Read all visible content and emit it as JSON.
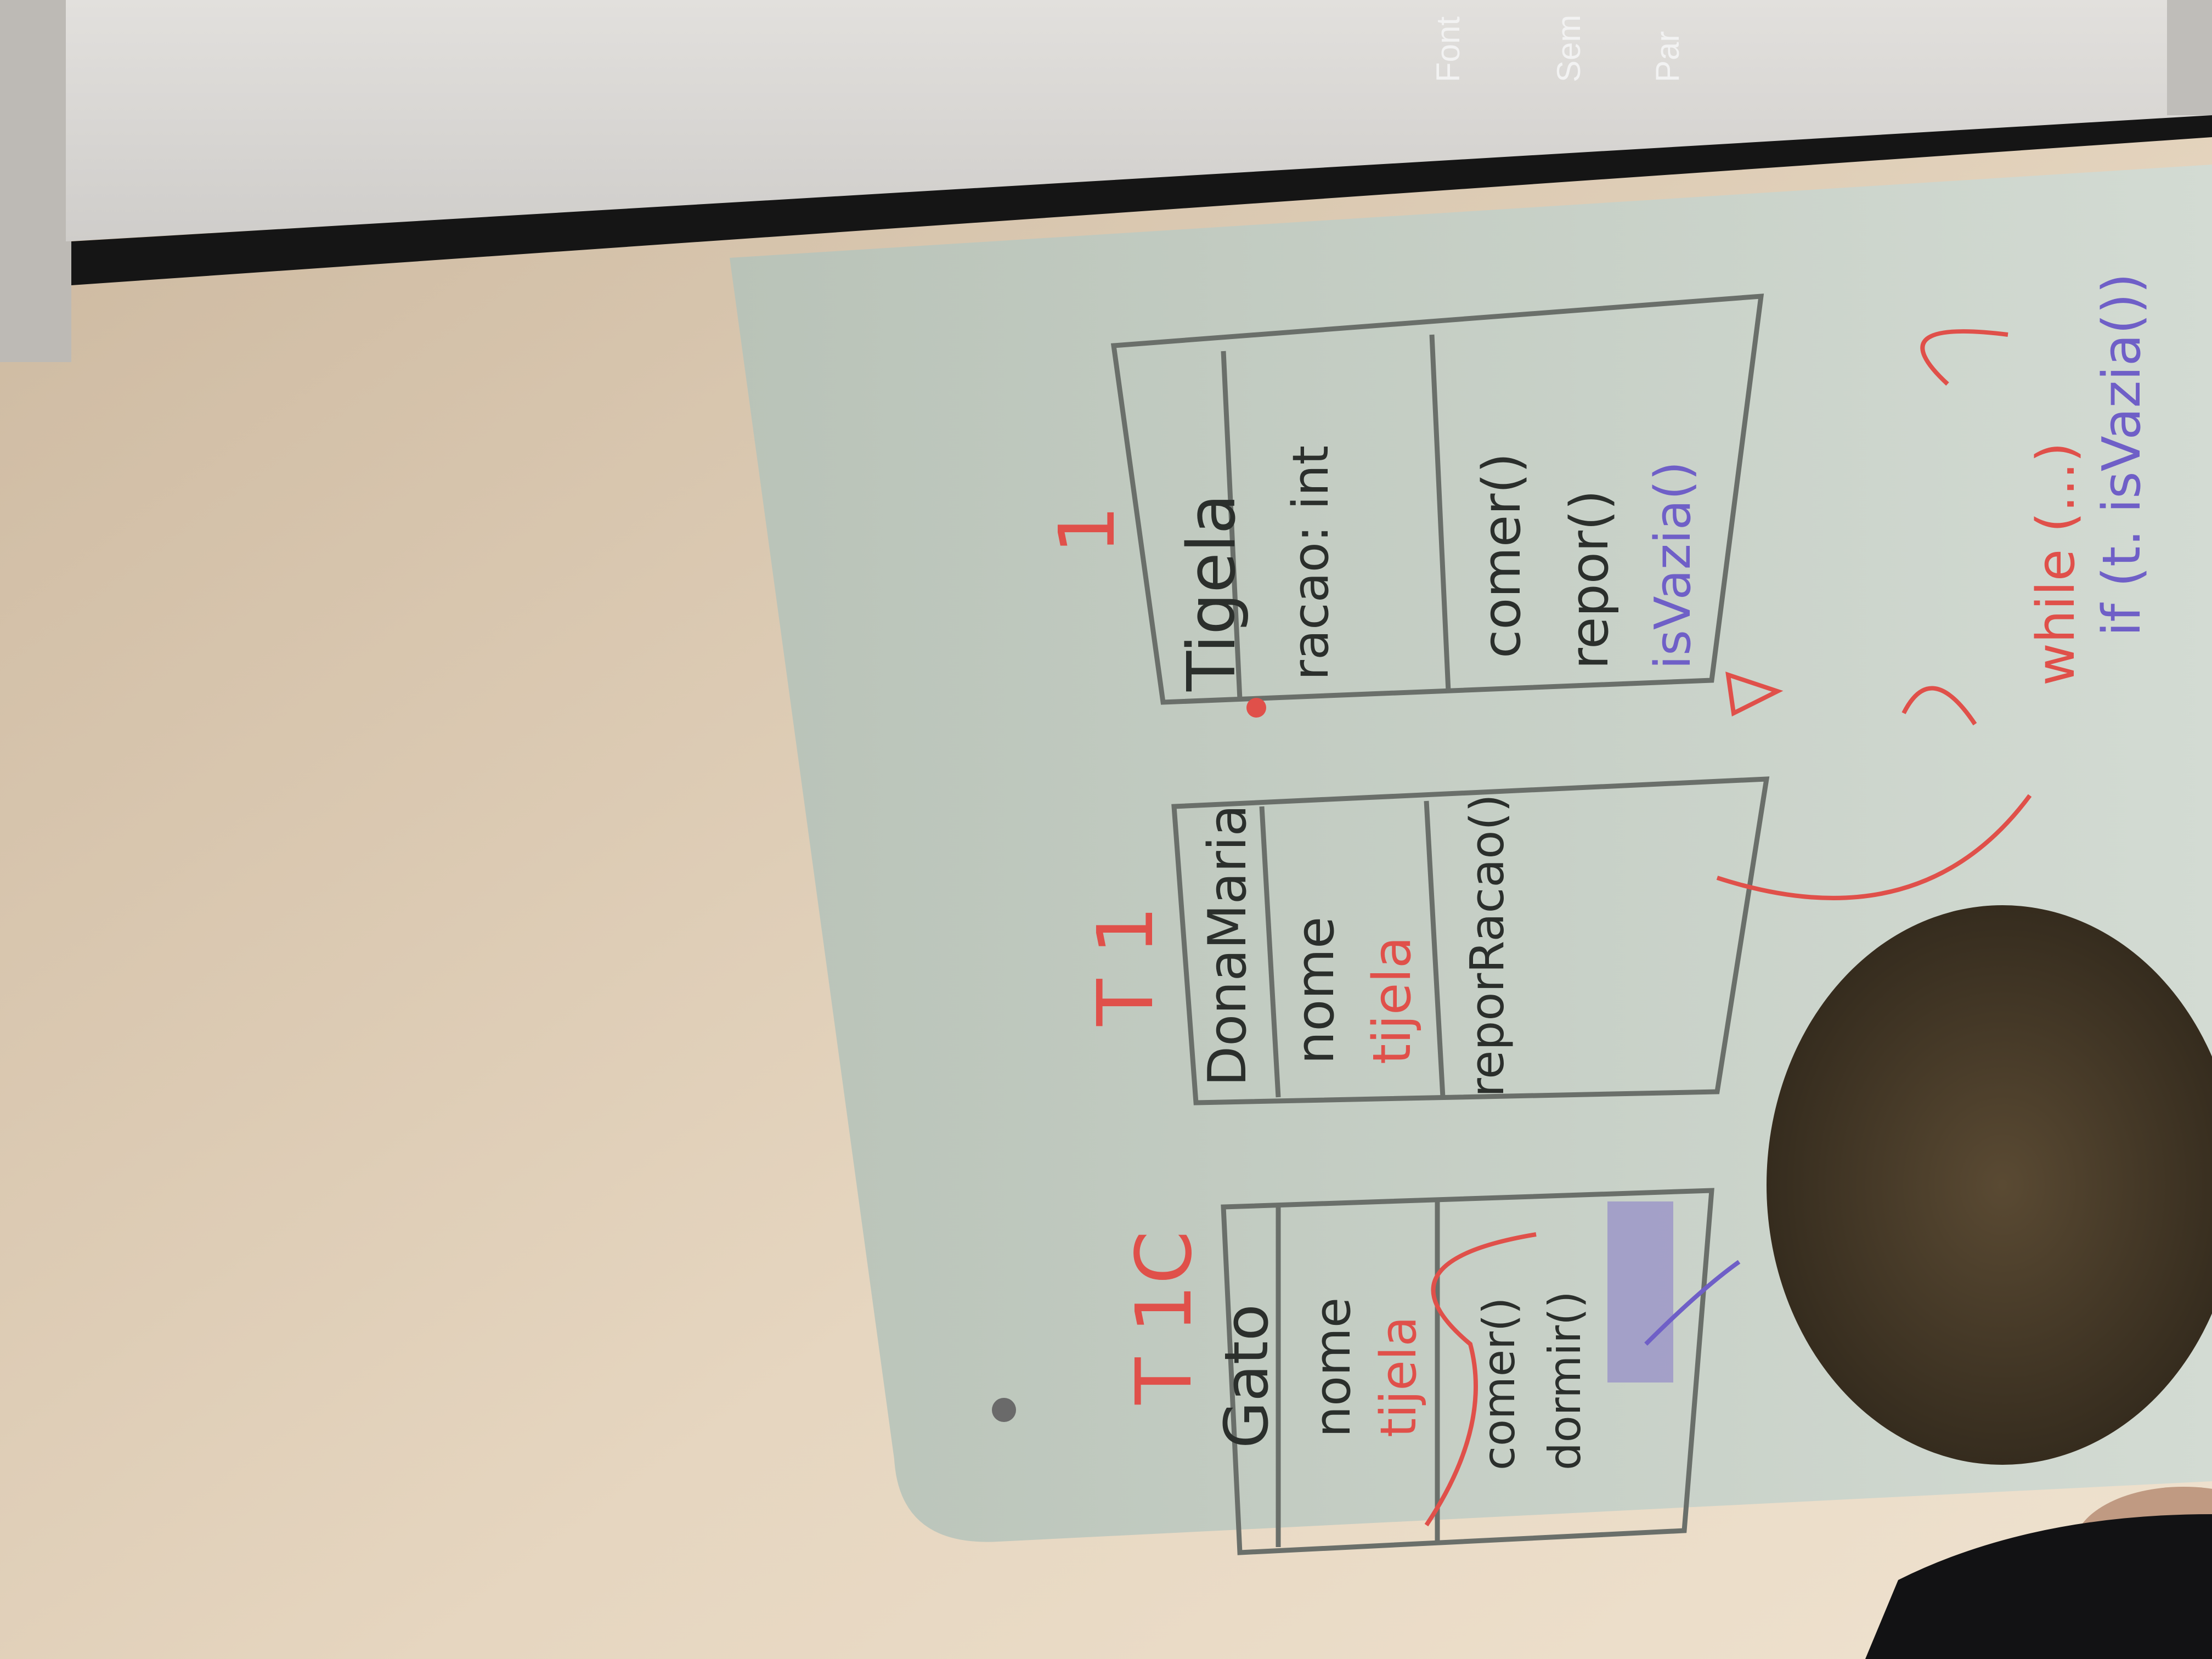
{
  "photo": {
    "subject": "whiteboard-class-diagram",
    "orientation": "rotated-90-clockwise"
  },
  "projector_screen": {
    "lines": [
      "Font",
      "Sem",
      "Par"
    ]
  },
  "whiteboard": {
    "boxes": [
      {
        "thread_label": "T 1C",
        "title": "Gato",
        "attributes": [
          "nome",
          "tijela"
        ],
        "methods": [
          "comer()",
          "dormir()"
        ]
      },
      {
        "thread_label": "T 1",
        "title": "DonaMaria",
        "attributes": [
          "nome",
          "tijela"
        ],
        "methods": [
          "reporRacao()"
        ]
      },
      {
        "thread_label": "1",
        "title": "Tigela",
        "attributes": [
          "racao: int"
        ],
        "methods": [
          "comer()",
          "repor()",
          "isVazia()"
        ]
      }
    ],
    "loop_notes": [
      "while (...)",
      "if (t. isVazia())"
    ]
  },
  "colors": {
    "wall": "#d9c7b0",
    "board": "#c9d2c8",
    "screen": "#d6d4d2",
    "marker_black": "#2b2f2c",
    "marker_red": "#e0504a",
    "marker_purple": "#6f5fc7",
    "hair": "#3d3323"
  }
}
